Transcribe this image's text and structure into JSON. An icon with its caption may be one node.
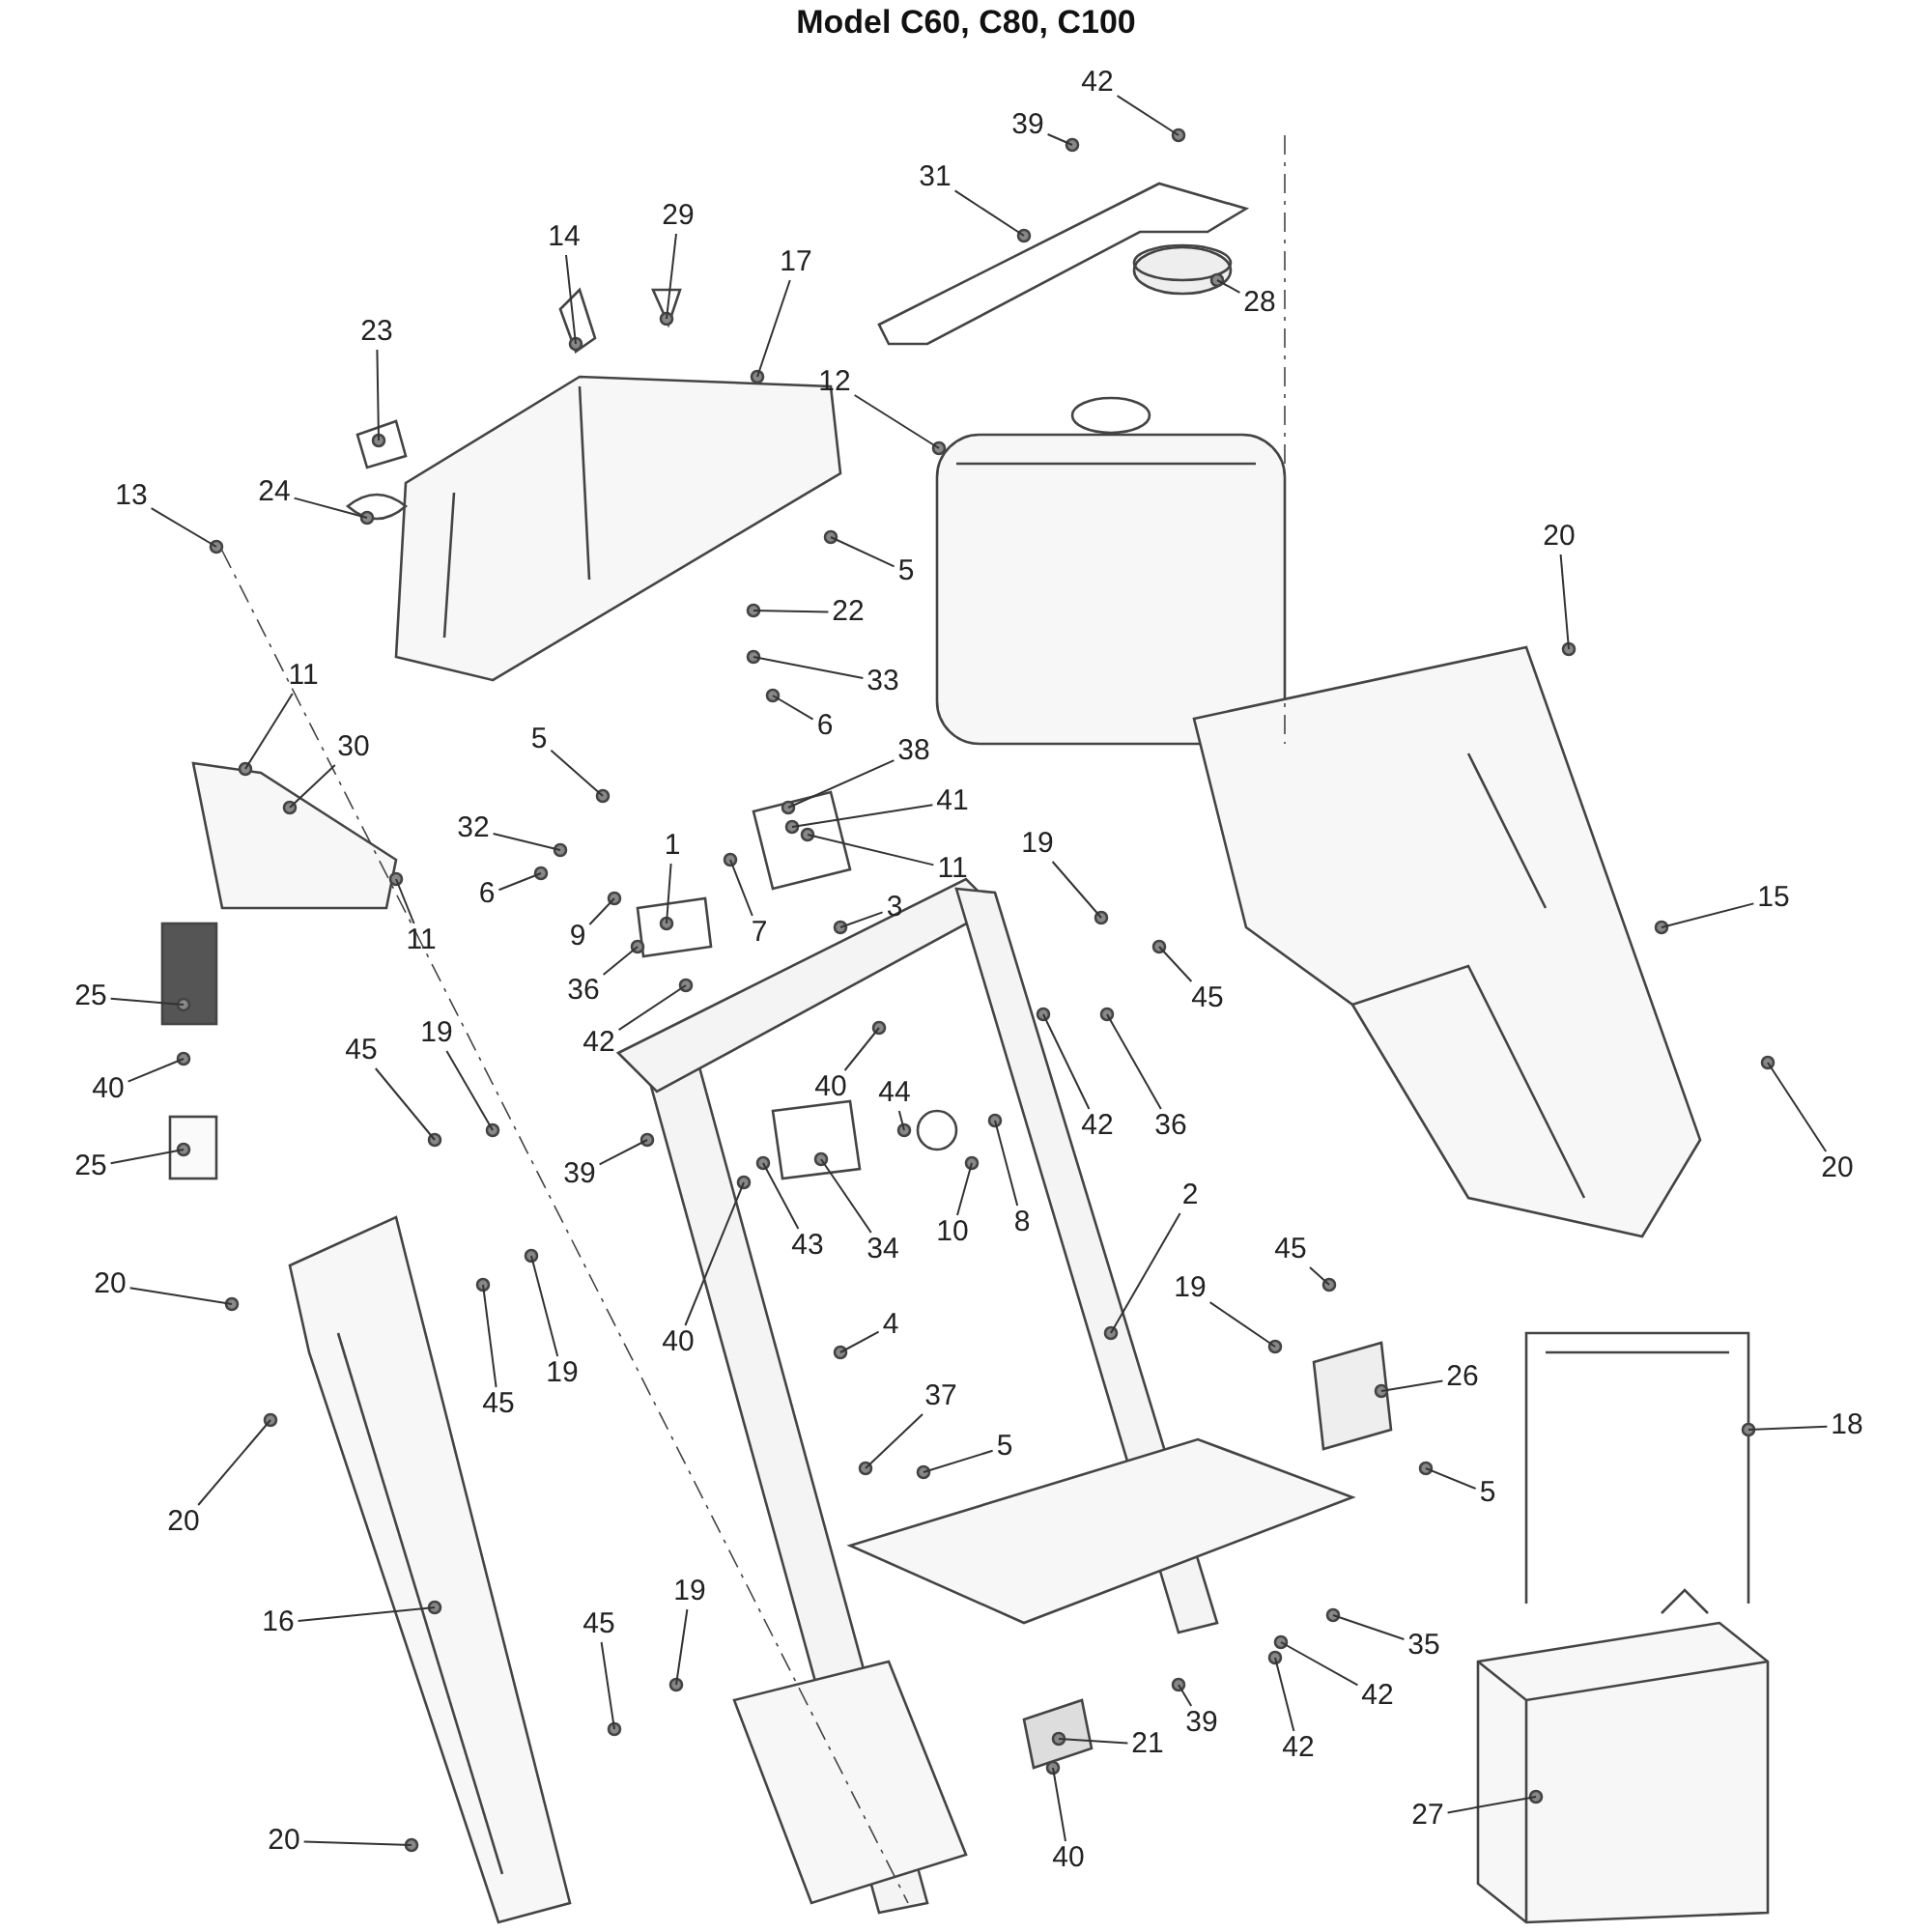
{
  "diagram": {
    "title": "Model C60, C80, C100",
    "nodes": [
      {
        "text": [
          "42"
        ]
      },
      {
        "text": [
          "39"
        ]
      },
      {
        "text": [
          "31"
        ]
      },
      {
        "text": [
          "28"
        ]
      },
      {
        "text": [
          "14"
        ]
      },
      {
        "text": [
          "29"
        ]
      },
      {
        "text": [
          "17"
        ]
      },
      {
        "text": [
          "23"
        ]
      },
      {
        "text": [
          "12"
        ]
      },
      {
        "text": [
          "24"
        ]
      },
      {
        "text": [
          "13"
        ]
      },
      {
        "text": [
          "5"
        ]
      },
      {
        "text": [
          "20"
        ]
      },
      {
        "text": [
          "22"
        ]
      },
      {
        "text": [
          "11"
        ]
      },
      {
        "text": [
          "33"
        ]
      },
      {
        "text": [
          "6"
        ]
      },
      {
        "text": [
          "30"
        ]
      },
      {
        "text": [
          "5"
        ]
      },
      {
        "text": [
          "38"
        ]
      },
      {
        "text": [
          "41"
        ]
      },
      {
        "text": [
          "32"
        ]
      },
      {
        "text": [
          "1"
        ]
      },
      {
        "text": [
          "11"
        ]
      },
      {
        "text": [
          "19"
        ]
      },
      {
        "text": [
          "6"
        ]
      },
      {
        "text": [
          "3"
        ]
      },
      {
        "text": [
          "15"
        ]
      },
      {
        "text": [
          "9"
        ]
      },
      {
        "text": [
          "7"
        ]
      },
      {
        "text": [
          "11"
        ]
      },
      {
        "text": [
          "36"
        ]
      },
      {
        "text": [
          "25"
        ]
      },
      {
        "text": [
          "45"
        ]
      },
      {
        "text": [
          "19"
        ]
      },
      {
        "text": [
          "42"
        ]
      },
      {
        "text": [
          "45"
        ]
      },
      {
        "text": [
          "40"
        ]
      },
      {
        "text": [
          "42"
        ]
      },
      {
        "text": [
          "36"
        ]
      },
      {
        "text": [
          "40"
        ]
      },
      {
        "text": [
          "44"
        ]
      },
      {
        "text": [
          "20"
        ]
      },
      {
        "text": [
          "25"
        ]
      },
      {
        "text": [
          "39"
        ]
      },
      {
        "text": [
          "2"
        ]
      },
      {
        "text": [
          "43"
        ]
      },
      {
        "text": [
          "34"
        ]
      },
      {
        "text": [
          "10"
        ]
      },
      {
        "text": [
          "8"
        ]
      },
      {
        "text": [
          "45"
        ]
      },
      {
        "text": [
          "20"
        ]
      },
      {
        "text": [
          "4"
        ]
      },
      {
        "text": [
          "40"
        ]
      },
      {
        "text": [
          "19"
        ]
      },
      {
        "text": [
          "19"
        ]
      },
      {
        "text": [
          "45"
        ]
      },
      {
        "text": [
          "26"
        ]
      },
      {
        "text": [
          "37"
        ]
      },
      {
        "text": [
          "18"
        ]
      },
      {
        "text": [
          "5"
        ]
      },
      {
        "text": [
          "5"
        ]
      },
      {
        "text": [
          "20"
        ]
      },
      {
        "text": [
          "16"
        ]
      },
      {
        "text": [
          "19"
        ]
      },
      {
        "text": [
          "45"
        ]
      },
      {
        "text": [
          "35"
        ]
      },
      {
        "text": [
          "42"
        ]
      },
      {
        "text": [
          "39"
        ]
      },
      {
        "text": [
          "42"
        ]
      },
      {
        "text": [
          "21"
        ]
      },
      {
        "text": [
          "27"
        ]
      },
      {
        "text": [
          "20"
        ]
      },
      {
        "text": [
          "40"
        ]
      }
    ],
    "edges": [
      {
        "from": 0,
        "to": null,
        "arrow": "none"
      },
      {
        "from": 1,
        "to": null,
        "arrow": "none"
      },
      {
        "from": 2,
        "to": null,
        "arrow": "none"
      },
      {
        "from": 3,
        "to": null,
        "arrow": "none"
      },
      {
        "from": 4,
        "to": null,
        "arrow": "none"
      },
      {
        "from": 5,
        "to": null,
        "arrow": "none"
      },
      {
        "from": 6,
        "to": null,
        "arrow": "none"
      },
      {
        "from": 7,
        "to": null,
        "arrow": "none"
      },
      {
        "from": 8,
        "to": null,
        "arrow": "none"
      },
      {
        "from": 9,
        "to": null,
        "arrow": "none"
      },
      {
        "from": 10,
        "to": null,
        "arrow": "none"
      },
      {
        "from": 11,
        "to": null,
        "arrow": "none"
      },
      {
        "from": 12,
        "to": null,
        "arrow": "none"
      },
      {
        "from": 13,
        "to": null,
        "arrow": "none"
      },
      {
        "from": 14,
        "to": null,
        "arrow": "none"
      },
      {
        "from": 15,
        "to": null,
        "arrow": "none"
      },
      {
        "from": 16,
        "to": null,
        "arrow": "none"
      },
      {
        "from": 17,
        "to": null,
        "arrow": "none"
      },
      {
        "from": 18,
        "to": null,
        "arrow": "none"
      },
      {
        "from": 19,
        "to": null,
        "arrow": "none"
      },
      {
        "from": 20,
        "to": null,
        "arrow": "none"
      },
      {
        "from": 21,
        "to": null,
        "arrow": "none"
      },
      {
        "from": 22,
        "to": null,
        "arrow": "none"
      },
      {
        "from": 23,
        "to": null,
        "arrow": "none"
      },
      {
        "from": 24,
        "to": null,
        "arrow": "none"
      },
      {
        "from": 25,
        "to": null,
        "arrow": "none"
      },
      {
        "from": 26,
        "to": null,
        "arrow": "none"
      },
      {
        "from": 27,
        "to": null,
        "arrow": "none"
      },
      {
        "from": 28,
        "to": null,
        "arrow": "none"
      },
      {
        "from": 29,
        "to": null,
        "arrow": "none"
      },
      {
        "from": 30,
        "to": null,
        "arrow": "none"
      },
      {
        "from": 31,
        "to": null,
        "arrow": "none"
      },
      {
        "from": 32,
        "to": null,
        "arrow": "none"
      },
      {
        "from": 33,
        "to": null,
        "arrow": "none"
      },
      {
        "from": 34,
        "to": null,
        "arrow": "none"
      },
      {
        "from": 35,
        "to": null,
        "arrow": "none"
      },
      {
        "from": 36,
        "to": null,
        "arrow": "none"
      },
      {
        "from": 37,
        "to": null,
        "arrow": "none"
      },
      {
        "from": 38,
        "to": null,
        "arrow": "none"
      },
      {
        "from": 39,
        "to": null,
        "arrow": "none"
      },
      {
        "from": 40,
        "to": null,
        "arrow": "none"
      },
      {
        "from": 41,
        "to": null,
        "arrow": "none"
      },
      {
        "from": 42,
        "to": null,
        "arrow": "none"
      },
      {
        "from": 43,
        "to": null,
        "arrow": "none"
      },
      {
        "from": 44,
        "to": null,
        "arrow": "none"
      },
      {
        "from": 45,
        "to": null,
        "arrow": "none"
      },
      {
        "from": 46,
        "to": null,
        "arrow": "none"
      },
      {
        "from": 47,
        "to": null,
        "arrow": "none"
      },
      {
        "from": 48,
        "to": null,
        "arrow": "none"
      },
      {
        "from": 49,
        "to": null,
        "arrow": "none"
      },
      {
        "from": 50,
        "to": null,
        "arrow": "none"
      },
      {
        "from": 51,
        "to": null,
        "arrow": "none"
      },
      {
        "from": 52,
        "to": null,
        "arrow": "none"
      },
      {
        "from": 53,
        "to": null,
        "arrow": "none"
      },
      {
        "from": 54,
        "to": null,
        "arrow": "none"
      },
      {
        "from": 55,
        "to": null,
        "arrow": "none"
      },
      {
        "from": 56,
        "to": null,
        "arrow": "none"
      },
      {
        "from": 57,
        "to": null,
        "arrow": "none"
      },
      {
        "from": 58,
        "to": null,
        "arrow": "none"
      },
      {
        "from": 59,
        "to": null,
        "arrow": "none"
      },
      {
        "from": 60,
        "to": null,
        "arrow": "none"
      },
      {
        "from": 61,
        "to": null,
        "arrow": "none"
      },
      {
        "from": 62,
        "to": null,
        "arrow": "none"
      },
      {
        "from": 63,
        "to": null,
        "arrow": "none"
      },
      {
        "from": 64,
        "to": null,
        "arrow": "none"
      },
      {
        "from": 65,
        "to": null,
        "arrow": "none"
      },
      {
        "from": 66,
        "to": null,
        "arrow": "none"
      },
      {
        "from": 67,
        "to": null,
        "arrow": "none"
      },
      {
        "from": 68,
        "to": null,
        "arrow": "none"
      },
      {
        "from": 69,
        "to": null,
        "arrow": "none"
      },
      {
        "from": 70,
        "to": null,
        "arrow": "none"
      },
      {
        "from": 71,
        "to": null,
        "arrow": "none"
      },
      {
        "from": 72,
        "to": null,
        "arrow": "none"
      },
      {
        "from": 73,
        "to": null,
        "arrow": "none"
      }
    ]
  }
}
